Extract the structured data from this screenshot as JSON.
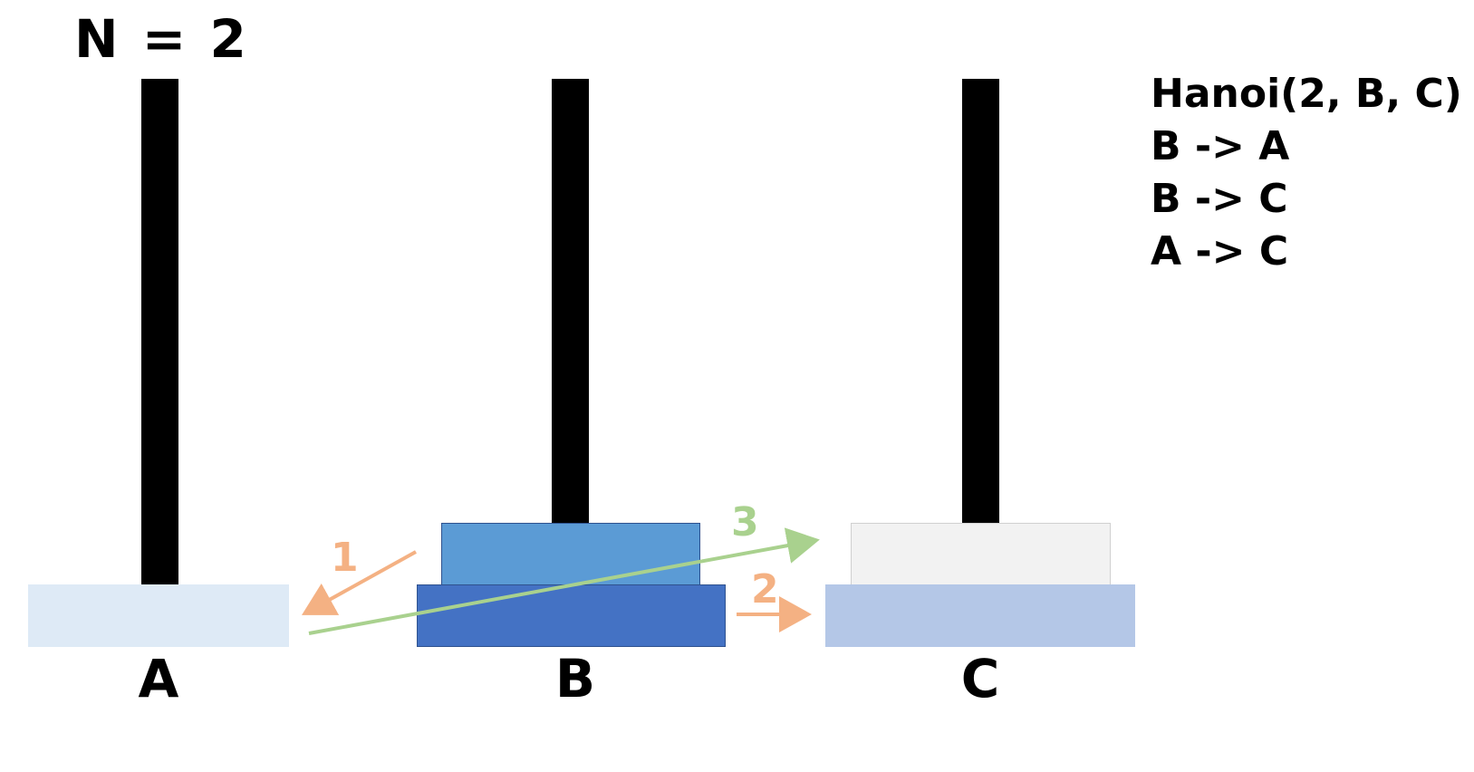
{
  "title": "N = 2",
  "pegs": [
    {
      "label": "A"
    },
    {
      "label": "B"
    },
    {
      "label": "C"
    }
  ],
  "code_lines": [
    "Hanoi(2, B, C)",
    "B -> A",
    "B -> C",
    "A -> C"
  ],
  "moves": [
    {
      "number": "1",
      "from": "B",
      "to": "A",
      "color": "#F4B183"
    },
    {
      "number": "2",
      "from": "B",
      "to": "C",
      "color": "#F4B183"
    },
    {
      "number": "3",
      "from": "A",
      "to": "C",
      "color": "#A9D18E"
    }
  ],
  "colors": {
    "peg": "#000000",
    "base_a": "#DEEAF6",
    "base_c": "#B4C7E7",
    "disk_small": "#5B9BD5",
    "disk_large": "#4472C4",
    "disk_ghost": "#F2F2F2"
  }
}
